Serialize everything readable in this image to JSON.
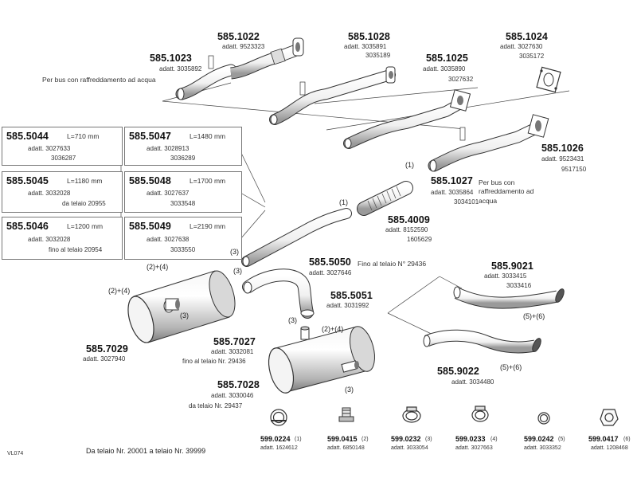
{
  "parts": {
    "p1022": {
      "number": "585.1022",
      "codes": [
        "adatt. 9523323"
      ]
    },
    "p1023": {
      "number": "585.1023",
      "codes": [
        "adatt. 3035892"
      ],
      "note": "Per bus con raffreddamento ad acqua"
    },
    "p1028": {
      "number": "585.1028",
      "codes": [
        "adatt. 3035891",
        "3035189"
      ]
    },
    "p1024": {
      "number": "585.1024",
      "codes": [
        "adatt. 3027630",
        "3035172"
      ]
    },
    "p1025": {
      "number": "585.1025",
      "codes": [
        "adatt. 3035890",
        "3027632"
      ]
    },
    "p1026": {
      "number": "585.1026",
      "codes": [
        "adatt. 9523431",
        "9517150"
      ]
    },
    "p1027": {
      "number": "585.1027",
      "note": "Per bus con raffreddamento ad acqua",
      "codes": [
        "adatt. 3035864",
        "3034101"
      ]
    },
    "p4009": {
      "number": "585.4009",
      "codes": [
        "adatt. 8152590",
        "1605629"
      ]
    },
    "p5050": {
      "number": "585.5050",
      "note": "Fino al telaio N° 29436",
      "codes": [
        "adatt. 3027646"
      ]
    },
    "p5051": {
      "number": "585.5051",
      "codes": [
        "adatt. 3031992"
      ]
    },
    "p9021": {
      "number": "585.9021",
      "codes": [
        "adatt. 3033415",
        "3033416"
      ]
    },
    "p9022": {
      "number": "585.9022",
      "codes": [
        "adatt. 3034480"
      ]
    },
    "p7029": {
      "number": "585.7029",
      "codes": [
        "adatt. 3027940"
      ]
    },
    "p7027": {
      "number": "585.7027",
      "codes": [
        "adatt. 3032081",
        "fino al telaio Nr. 29436"
      ]
    },
    "p7028": {
      "number": "585.7028",
      "codes": [
        "adatt. 3030046",
        "da telaio Nr. 29437"
      ]
    }
  },
  "boxes": {
    "b5044": {
      "number": "585.5044",
      "length": "L=710 mm",
      "codes": [
        "adatt. 3027633",
        "3036287"
      ]
    },
    "b5045": {
      "number": "585.5045",
      "length": "L=1180 mm",
      "codes": [
        "adatt. 3032028",
        "da telaio 20955"
      ]
    },
    "b5046": {
      "number": "585.5046",
      "length": "L=1200 mm",
      "codes": [
        "adatt. 3032028",
        "fino al telaio 20954"
      ]
    },
    "b5047": {
      "number": "585.5047",
      "length": "L=1480 mm",
      "codes": [
        "adatt. 3028913",
        "3036289"
      ]
    },
    "b5048": {
      "number": "585.5048",
      "length": "L=1700 mm",
      "codes": [
        "adatt. 3027637",
        "3033548"
      ]
    },
    "b5049": {
      "number": "585.5049",
      "length": "L=2190 mm",
      "codes": [
        "adatt. 3027638",
        "3033550"
      ]
    }
  },
  "callouts": {
    "c1a": "(1)",
    "c1b": "(1)",
    "c3a": "(3)",
    "c3b": "(3)",
    "c3c": "(3)",
    "c3d": "(3)",
    "c3e": "(3)",
    "c24a": "(2)+(4)",
    "c24b": "(2)+(4)",
    "c24c": "(2)+(4)",
    "c56a": "(5)+(6)",
    "c56b": "(5)+(6)"
  },
  "fittings": [
    {
      "number": "599.0224",
      "ref": "(1)",
      "code": "adatt. 1624612"
    },
    {
      "number": "599.0415",
      "ref": "(2)",
      "code": "adatt. 6850148"
    },
    {
      "number": "599.0232",
      "ref": "(3)",
      "code": "adatt. 3033054"
    },
    {
      "number": "599.0233",
      "ref": "(4)",
      "code": "adatt. 3027663"
    },
    {
      "number": "599.0242",
      "ref": "(5)",
      "code": "adatt. 3033352"
    },
    {
      "number": "599.0417",
      "ref": "(6)",
      "code": "adatt. 1208468"
    }
  ],
  "footer": {
    "range": "Da telaio Nr. 20001 a telaio Nr. 39999",
    "code": "VL074"
  }
}
